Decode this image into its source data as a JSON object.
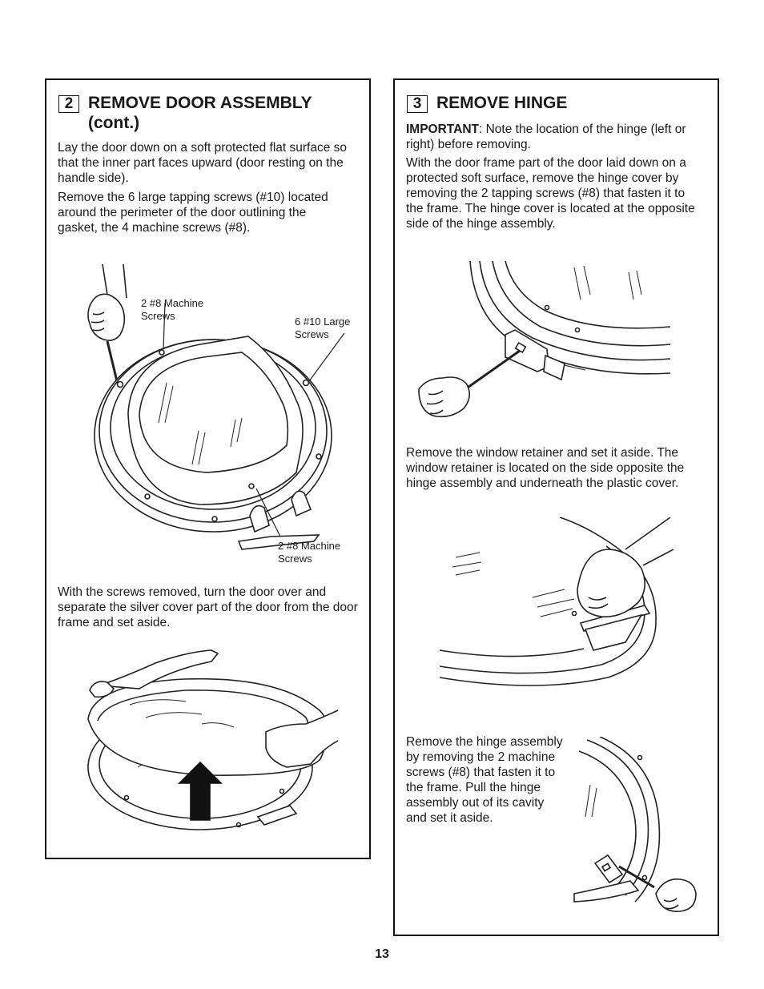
{
  "step2": {
    "number": "2",
    "title_line1": "REMOVE DOOR ASSEMBLY",
    "title_line2": "(cont.)",
    "para1": "Lay the door down on a soft protected flat surface so that the inner part faces upward (door resting on the handle side).",
    "para2": "Remove the 6 large tapping screws (#10) located around the perimeter of the door outlining the gasket, the 4 machine screws (#8).",
    "callout_top_left": "2 #8 Machine\nScrews",
    "callout_top_right": "6 #10 Large\nScrews",
    "callout_bottom": "2 #8 Machine\nScrews",
    "para3": "With the screws removed, turn the door over and separate the silver cover part of the door from the door frame and set aside."
  },
  "step3": {
    "number": "3",
    "title": "REMOVE HINGE",
    "important_label": "IMPORTANT",
    "important_text": ": Note the location of the hinge (left or right) before removing.",
    "para1": "With the door frame part of the door laid down on a protected soft surface, remove the hinge cover by removing the 2 tapping screws (#8) that fasten it to the frame. The hinge cover is located at the opposite side of the hinge assembly.",
    "para2": "Remove the window retainer and set it aside. The window retainer is located on the side opposite the hinge assembly and underneath the plastic cover.",
    "para3": "Remove the hinge assembly by removing the 2 machine screws (#8) that fasten it to the frame. Pull the hinge assembly out of its cavity and set it aside."
  },
  "page_number": "13"
}
